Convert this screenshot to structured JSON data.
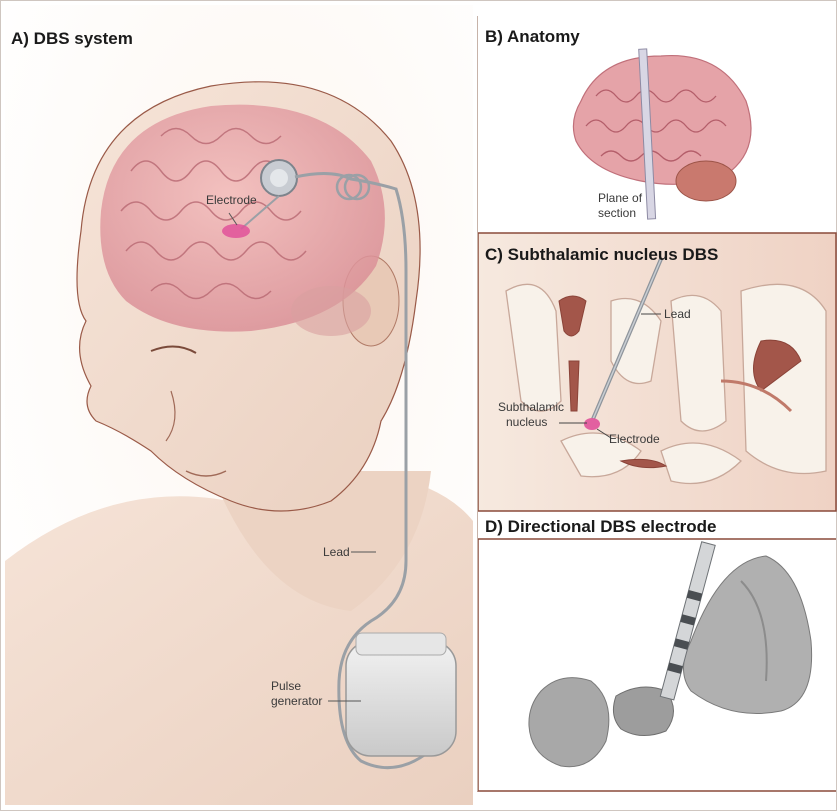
{
  "panels": {
    "a": {
      "title": "A) DBS system"
    },
    "b": {
      "title": "B) Anatomy"
    },
    "c": {
      "title": "C) Subthalamic nucleus DBS"
    },
    "d": {
      "title": "D) Directional DBS electrode"
    }
  },
  "labels": {
    "electrode_a": "Electrode",
    "lead_a": "Lead",
    "pulse_generator": [
      "Pulse",
      "generator"
    ],
    "plane_of_section": [
      "Plane of",
      "section"
    ],
    "lead_c": "Lead",
    "subthalamic_nucleus": [
      "Subthalamic",
      "nucleus"
    ],
    "electrode_c": "Electrode"
  },
  "colors": {
    "skin": "#f1ddd0",
    "brain": "#e9a8a8",
    "panel_border": "#8a4a3a",
    "nucleus": "#e0529a"
  }
}
